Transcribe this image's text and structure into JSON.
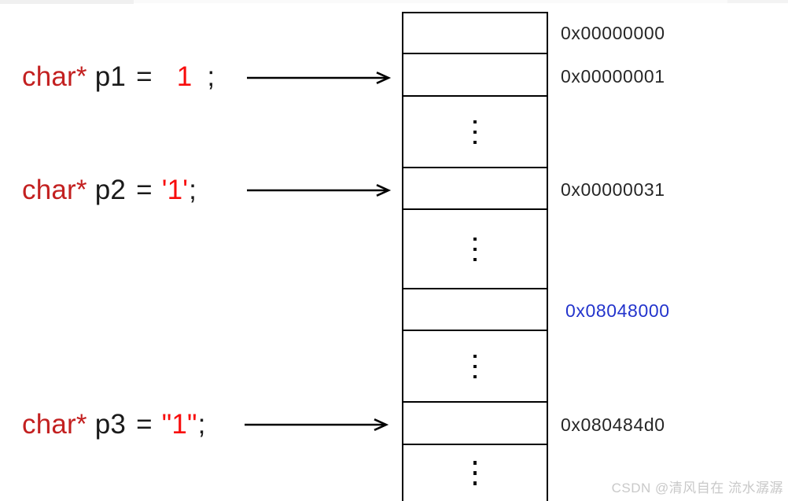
{
  "code": {
    "lines": [
      {
        "keyword": "char*",
        "variable": "p1",
        "operator": "=",
        "value": "1",
        "terminator": ";"
      },
      {
        "keyword": "char*",
        "variable": "p2",
        "operator": "=",
        "value": "'1'",
        "terminator": ";"
      },
      {
        "keyword": "char*",
        "variable": "p3",
        "operator": "=",
        "value": "\"1\"",
        "terminator": ";"
      }
    ]
  },
  "memory": {
    "rows": [
      {
        "kind": "cell",
        "address": "0x00000000"
      },
      {
        "kind": "cell",
        "address": "0x00000001",
        "pointed_by": "p1"
      },
      {
        "kind": "ellipsis",
        "glyph": "⋮"
      },
      {
        "kind": "cell",
        "address": "0x00000031",
        "pointed_by": "p2"
      },
      {
        "kind": "ellipsis",
        "glyph": "⋮"
      },
      {
        "kind": "cell",
        "address": "0x08048000",
        "highlighted": true
      },
      {
        "kind": "ellipsis",
        "glyph": "⋮"
      },
      {
        "kind": "cell",
        "address": "0x080484d0",
        "pointed_by": "p3"
      },
      {
        "kind": "ellipsis",
        "glyph": "⋮"
      }
    ]
  },
  "arrows": [
    {
      "from": "p1",
      "to_address": "0x00000001"
    },
    {
      "from": "p2",
      "to_address": "0x00000031"
    },
    {
      "from": "p3",
      "to_address": "0x080484d0"
    }
  ],
  "colors": {
    "keyword_red": "#c32020",
    "value_red": "#f80c0c",
    "text_black": "#1a1a1a",
    "address_black": "#262626",
    "address_blue": "#2334cc",
    "line_black": "#000000",
    "watermark_gray": "#c9c9c9"
  },
  "watermark": {
    "text": "CSDN @清风自在 流水潺潺"
  }
}
